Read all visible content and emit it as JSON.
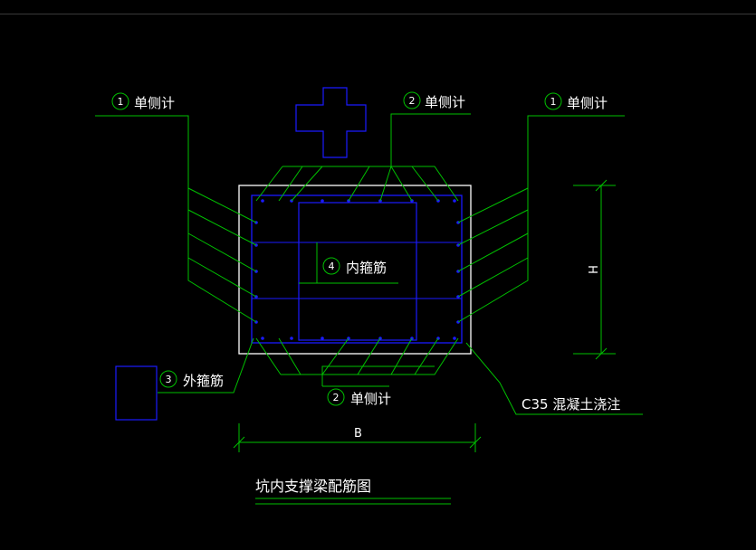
{
  "labels": {
    "bar1_left": "单侧计",
    "bar1_right": "单侧计",
    "bar2_top": "单侧计",
    "bar2_bottom": "单侧计",
    "bar3": "外箍筋",
    "bar4": "内箍筋",
    "concrete": "C35 混凝土浇注",
    "dim_h": "H",
    "dim_b": "B",
    "title": "坑内支撑梁配筋图"
  },
  "markers": {
    "m1": "1",
    "m2": "2",
    "m3": "3",
    "m4": "4"
  },
  "colors": {
    "background": "#000000",
    "leader": "#00c000",
    "rebar": "#1a1aff",
    "section": "#ffffff",
    "text": "#ffffff"
  }
}
